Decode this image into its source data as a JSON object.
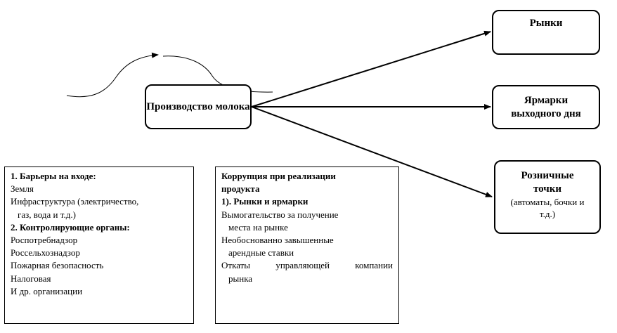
{
  "nodes": {
    "production": "Производство молока",
    "markets": "Рынки",
    "fairs": "Ярмарки выходного дня",
    "retail": {
      "title": "Розничные точки",
      "note": "(автоматы, бочки и т.д.)"
    }
  },
  "barriers_box": {
    "heading_entry": "1. Барьеры на входе:",
    "entry_items": [
      "Земля",
      "Инфраструктура (электричество,",
      "газ, вода и т.д.)"
    ],
    "heading_control": "2. Контролирующие органы:",
    "control_items": [
      "Роспотребнадзор",
      "Россельхознадзор",
      "Пожарная безопасность",
      "Налоговая",
      "И др. организации"
    ]
  },
  "corruption_box": {
    "heading": "Коррупция при реализации продукта",
    "subheading": "1). Рынки и ярмарки",
    "items": [
      "Вымогательство за получение",
      "места на рынке",
      "Необоснованно завышенные",
      "арендные ставки",
      "Откаты управляющей компании",
      "рынка"
    ]
  }
}
